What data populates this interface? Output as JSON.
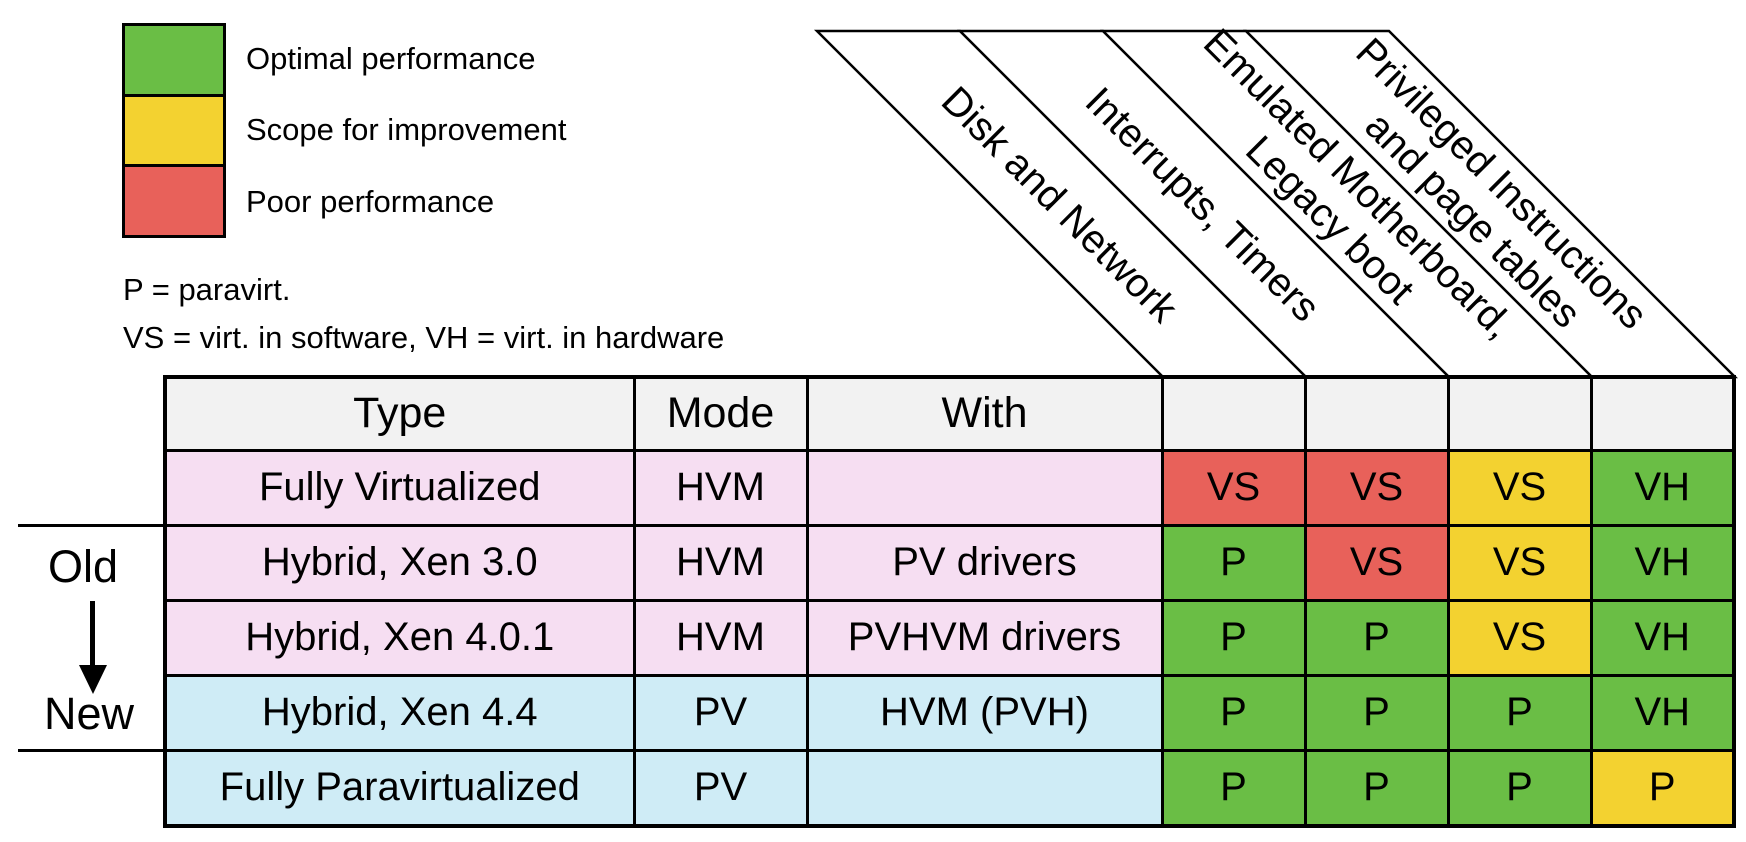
{
  "legend": {
    "items": [
      {
        "label": "Optimal performance",
        "status": "optimal",
        "color": "#6abe45"
      },
      {
        "label": "Scope for improvement",
        "status": "improve",
        "color": "#f3d230"
      },
      {
        "label": "Poor performance",
        "status": "poor",
        "color": "#e8615a"
      }
    ],
    "notes": [
      "P = paravirt.",
      "VS = virt. in software, VH = virt. in hardware"
    ]
  },
  "timeline": {
    "old_label": "Old",
    "new_label": "New"
  },
  "diagonal_headers": [
    {
      "lines": [
        "Disk and Network",
        ""
      ]
    },
    {
      "lines": [
        "Interrupts, Timers",
        ""
      ]
    },
    {
      "lines": [
        "Emulated Motherboard,",
        "Legacy boot"
      ]
    },
    {
      "lines": [
        "Privileged Instructions",
        "and page tables"
      ]
    }
  ],
  "table": {
    "columns": {
      "type": "Type",
      "mode": "Mode",
      "with": "With"
    },
    "rows": [
      {
        "type": "Fully Virtualized",
        "mode": "HVM",
        "with": "",
        "band": "pink",
        "cells": [
          {
            "label": "VS",
            "status": "poor"
          },
          {
            "label": "VS",
            "status": "poor"
          },
          {
            "label": "VS",
            "status": "improve"
          },
          {
            "label": "VH",
            "status": "optimal"
          }
        ]
      },
      {
        "type": "Hybrid, Xen 3.0",
        "mode": "HVM",
        "with": "PV drivers",
        "band": "pink",
        "cells": [
          {
            "label": "P",
            "status": "optimal"
          },
          {
            "label": "VS",
            "status": "poor"
          },
          {
            "label": "VS",
            "status": "improve"
          },
          {
            "label": "VH",
            "status": "optimal"
          }
        ]
      },
      {
        "type": "Hybrid, Xen 4.0.1",
        "mode": "HVM",
        "with": "PVHVM drivers",
        "band": "pink",
        "cells": [
          {
            "label": "P",
            "status": "optimal"
          },
          {
            "label": "P",
            "status": "optimal"
          },
          {
            "label": "VS",
            "status": "improve"
          },
          {
            "label": "VH",
            "status": "optimal"
          }
        ]
      },
      {
        "type": "Hybrid, Xen 4.4",
        "mode": "PV",
        "with": "HVM (PVH)",
        "band": "blue",
        "cells": [
          {
            "label": "P",
            "status": "optimal"
          },
          {
            "label": "P",
            "status": "optimal"
          },
          {
            "label": "P",
            "status": "optimal"
          },
          {
            "label": "VH",
            "status": "optimal"
          }
        ]
      },
      {
        "type": "Fully Paravirtualized",
        "mode": "PV",
        "with": "",
        "band": "blue",
        "cells": [
          {
            "label": "P",
            "status": "optimal"
          },
          {
            "label": "P",
            "status": "optimal"
          },
          {
            "label": "P",
            "status": "optimal"
          },
          {
            "label": "P",
            "status": "improve"
          }
        ]
      }
    ]
  },
  "colors": {
    "optimal": "#6abe45",
    "improve": "#f3d230",
    "poor": "#e8615a",
    "row_band_pink": "#f6def2",
    "row_band_blue": "#cfecf6",
    "header_gray": "#f2f2f2"
  }
}
